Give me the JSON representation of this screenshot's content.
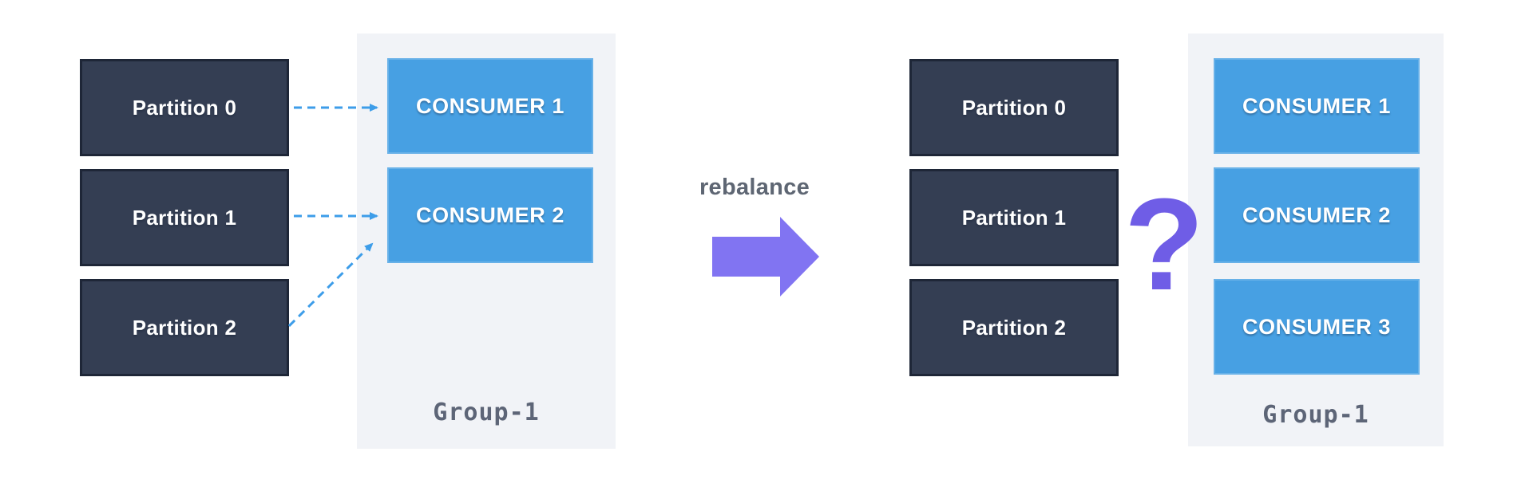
{
  "left_diagram": {
    "partitions": [
      {
        "label": "Partition 0"
      },
      {
        "label": "Partition 1"
      },
      {
        "label": "Partition 2"
      }
    ],
    "group": {
      "label": "Group-1",
      "consumers": [
        {
          "label": "CONSUMER 1"
        },
        {
          "label": "CONSUMER 2"
        }
      ]
    },
    "assignments": [
      {
        "from": "Partition 0",
        "to": "CONSUMER 1"
      },
      {
        "from": "Partition 1",
        "to": "CONSUMER 2"
      },
      {
        "from": "Partition 2",
        "to": "CONSUMER 2"
      }
    ]
  },
  "transition": {
    "label": "rebalance"
  },
  "right_diagram": {
    "partitions": [
      {
        "label": "Partition 0"
      },
      {
        "label": "Partition 1"
      },
      {
        "label": "Partition 2"
      }
    ],
    "question_mark": "?",
    "group": {
      "label": "Group-1",
      "consumers": [
        {
          "label": "CONSUMER 1"
        },
        {
          "label": "CONSUMER 2"
        },
        {
          "label": "CONSUMER 3"
        }
      ]
    }
  },
  "colors": {
    "background": "#ffffff",
    "partition_fill": "#343e53",
    "partition_border": "#1e2637",
    "consumer_fill": "#47a0e3",
    "group_panel": "#f1f3f7",
    "group_label_text": "#5d6577",
    "assignment_arrow": "#3d9de9",
    "rebalance_text": "#5e6673",
    "rebalance_arrow": "#8174f2",
    "question_mark": "#6f5de6",
    "box_text": "#ffffff"
  }
}
